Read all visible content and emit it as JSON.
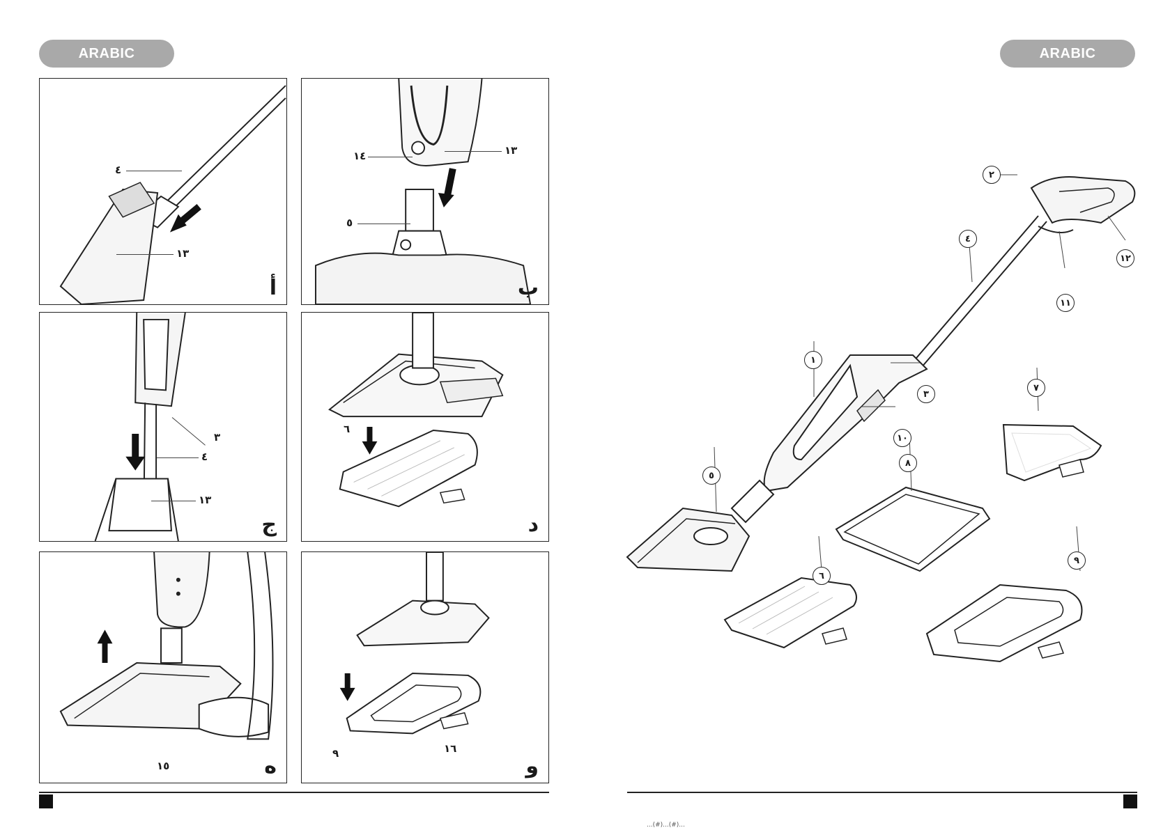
{
  "left_page": {
    "language_badge": "ARABIC",
    "panels": [
      {
        "letter": "أ",
        "callouts": [
          "٤",
          "١٣"
        ]
      },
      {
        "letter": "ب",
        "callouts": [
          "١٤",
          "١٣",
          "٥"
        ]
      },
      {
        "letter": "ج",
        "callouts": [
          "٣",
          "٤",
          "١٣"
        ]
      },
      {
        "letter": "د",
        "callouts": [
          "٦"
        ]
      },
      {
        "letter": "ه",
        "callouts": [
          "١٥"
        ]
      },
      {
        "letter": "و",
        "callouts": [
          "٩",
          "١٦"
        ]
      }
    ]
  },
  "right_page": {
    "language_badge": "ARABIC",
    "callouts": [
      "١",
      "٢",
      "٣",
      "٤",
      "٥",
      "٦",
      "٧",
      "٨",
      "٩",
      "١٠",
      "١١",
      "١٢"
    ],
    "footer_text": "...(#)...(#)..."
  }
}
